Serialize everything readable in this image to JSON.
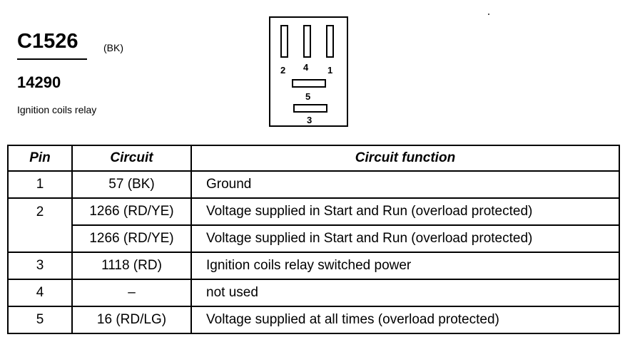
{
  "connector": {
    "id": "C1526",
    "color": "(BK)",
    "part_number": "14290",
    "description": "Ignition coils relay"
  },
  "face_view": {
    "pin_labels": [
      "2",
      "4",
      "1",
      "5",
      "3"
    ]
  },
  "table": {
    "headers": [
      "Pin",
      "Circuit",
      "Circuit function"
    ],
    "rows": [
      {
        "pin": "1",
        "circuit": "57 (BK)",
        "function": "Ground"
      },
      {
        "pin": "2",
        "circuit": "1266 (RD/YE)",
        "function": "Voltage supplied in Start and Run (overload protected)"
      },
      {
        "pin": "",
        "circuit": "1266 (RD/YE)",
        "function": "Voltage supplied in Start and Run (overload protected)"
      },
      {
        "pin": "3",
        "circuit": "1118 (RD)",
        "function": "Ignition coils relay switched power"
      },
      {
        "pin": "4",
        "circuit": "–",
        "function": "not used"
      },
      {
        "pin": "5",
        "circuit": "16 (RD/LG)",
        "function": "Voltage supplied at all times (overload protected)"
      }
    ]
  }
}
